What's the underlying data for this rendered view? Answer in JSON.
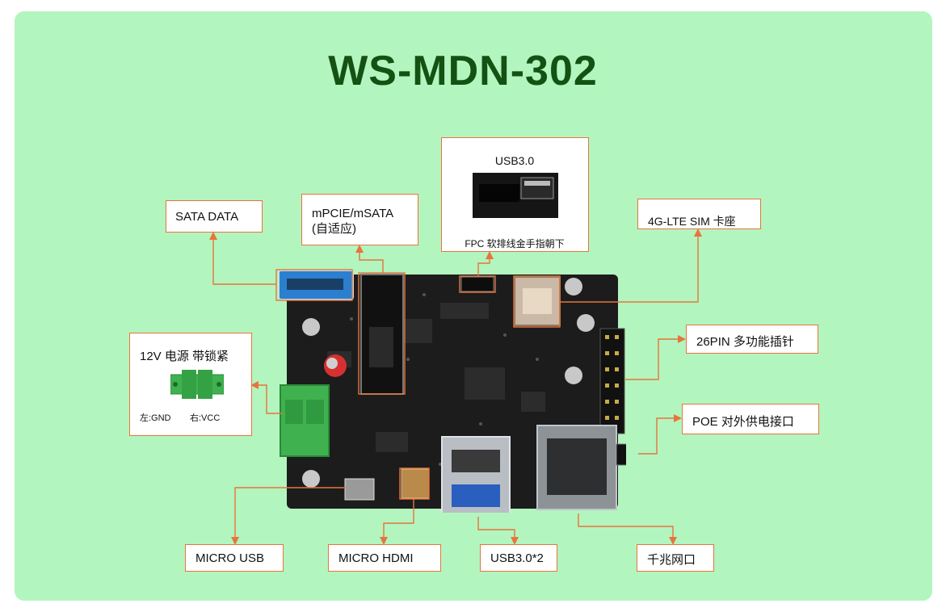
{
  "title": "WS-MDN-302",
  "labels": {
    "sata": "SATA DATA",
    "mpcie_1": "mPCIE/mSATA",
    "mpcie_2": "(自适应)",
    "usb30_title": "USB3.0",
    "usb30_caption": "FPC 软排线金手指朝下",
    "sim": "4G-LTE SIM 卡座",
    "pin26": "26PIN 多功能插针",
    "power_title": "12V 电源 带锁紧",
    "power_left": "左:GND",
    "power_right": "右:VCC",
    "poe": "POE 对外供电接口",
    "micro_usb": "MICRO USB",
    "micro_hdmi": "MICRO HDMI",
    "usb30x2": "USB3.0*2",
    "gigabit": "千兆网口"
  },
  "colors": {
    "background": "#b3f5bf",
    "title": "#145214",
    "line": "#e8743c",
    "pcb": "#1c1c1c",
    "terminal": "#3fb24f",
    "sata_port": "#2b7fd0"
  }
}
